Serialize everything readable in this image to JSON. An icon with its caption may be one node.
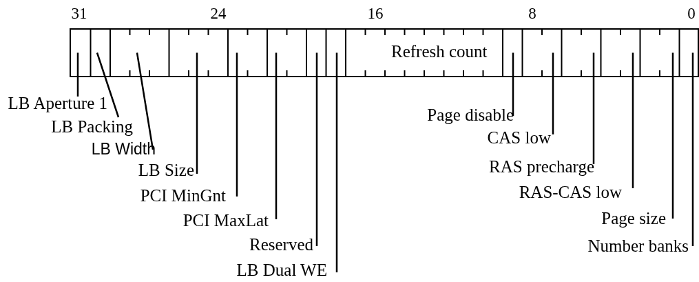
{
  "diagram": {
    "nodes": [
      {
        "text": [],
        "shape": "bar"
      },
      {
        "text": [
          "Refresh count"
        ],
        "in": 0
      },
      {
        "text": [
          "LB Aperture 1"
        ]
      },
      {
        "text": [
          "LB Packing"
        ]
      },
      {
        "text": [
          "LB Width"
        ]
      },
      {
        "text": [
          "LB Size"
        ]
      },
      {
        "text": [
          "PCI MinGnt"
        ]
      },
      {
        "text": [
          "PCI MaxLat"
        ]
      },
      {
        "text": [
          "Reserved"
        ]
      },
      {
        "text": [
          "LB Dual WE"
        ]
      },
      {
        "text": [
          "Page disable"
        ]
      },
      {
        "text": [
          "CAS low"
        ]
      },
      {
        "text": [
          "RAS precharge"
        ]
      },
      {
        "text": [
          "RAS-CAS low"
        ]
      },
      {
        "text": [
          "Page size"
        ]
      },
      {
        "text": [
          "Number banks"
        ]
      }
    ],
    "edges": [
      {
        "from": 2,
        "to": 0,
        "arrow": "none"
      },
      {
        "from": 3,
        "to": 0,
        "arrow": "none"
      },
      {
        "from": 4,
        "to": 0,
        "arrow": "none"
      },
      {
        "from": 5,
        "to": 0,
        "arrow": "none"
      },
      {
        "from": 6,
        "to": 0,
        "arrow": "none"
      },
      {
        "from": 7,
        "to": 0,
        "arrow": "none"
      },
      {
        "from": 8,
        "to": 0,
        "arrow": "none"
      },
      {
        "from": 9,
        "to": 0,
        "arrow": "none"
      },
      {
        "from": 10,
        "to": 0,
        "arrow": "none"
      },
      {
        "from": 11,
        "to": 0,
        "arrow": "none"
      },
      {
        "from": 12,
        "to": 0,
        "arrow": "none"
      },
      {
        "from": 13,
        "to": 0,
        "arrow": "none"
      },
      {
        "from": 14,
        "to": 0,
        "arrow": "none"
      },
      {
        "from": 15,
        "to": 0,
        "arrow": "none"
      }
    ],
    "labels": [
      "31",
      "24",
      "16",
      "8",
      "0"
    ]
  }
}
